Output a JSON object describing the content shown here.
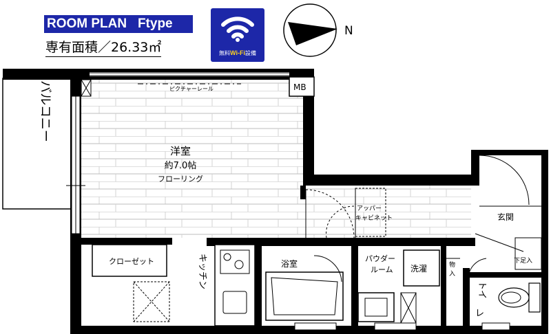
{
  "header": {
    "plan_title": "ROOM PLAN   Ftype",
    "area": "専有面積／26.33㎡"
  },
  "badge": {
    "prefix": "無料",
    "wifi": "Wi-Fi",
    "suffix": "設備"
  },
  "compass": {
    "north": "N"
  },
  "rooms": {
    "balcony": "バルコニー",
    "western_room": "洋室",
    "western_size": "約7.0帖",
    "flooring": "フローリング",
    "picture_rail": "ピクチャーレール",
    "mb": "MB",
    "closet": "クローゼット",
    "kitchen": "キッチン",
    "bath": "浴室",
    "powder_room_1": "パウダー",
    "powder_room_2": "ルーム",
    "laundry": "洗濯",
    "upper_cabinet_1": "アッパー",
    "upper_cabinet_2": "キャビネット",
    "entrance": "玄関",
    "shoe_box": "下足入",
    "storage_1": "物",
    "storage_2": "入",
    "toilet_1": "トイ",
    "toilet_2": "レ"
  },
  "colors": {
    "brand": "#1d27a8",
    "wifi_accent": "#ffd21f",
    "wall": "#000000"
  }
}
